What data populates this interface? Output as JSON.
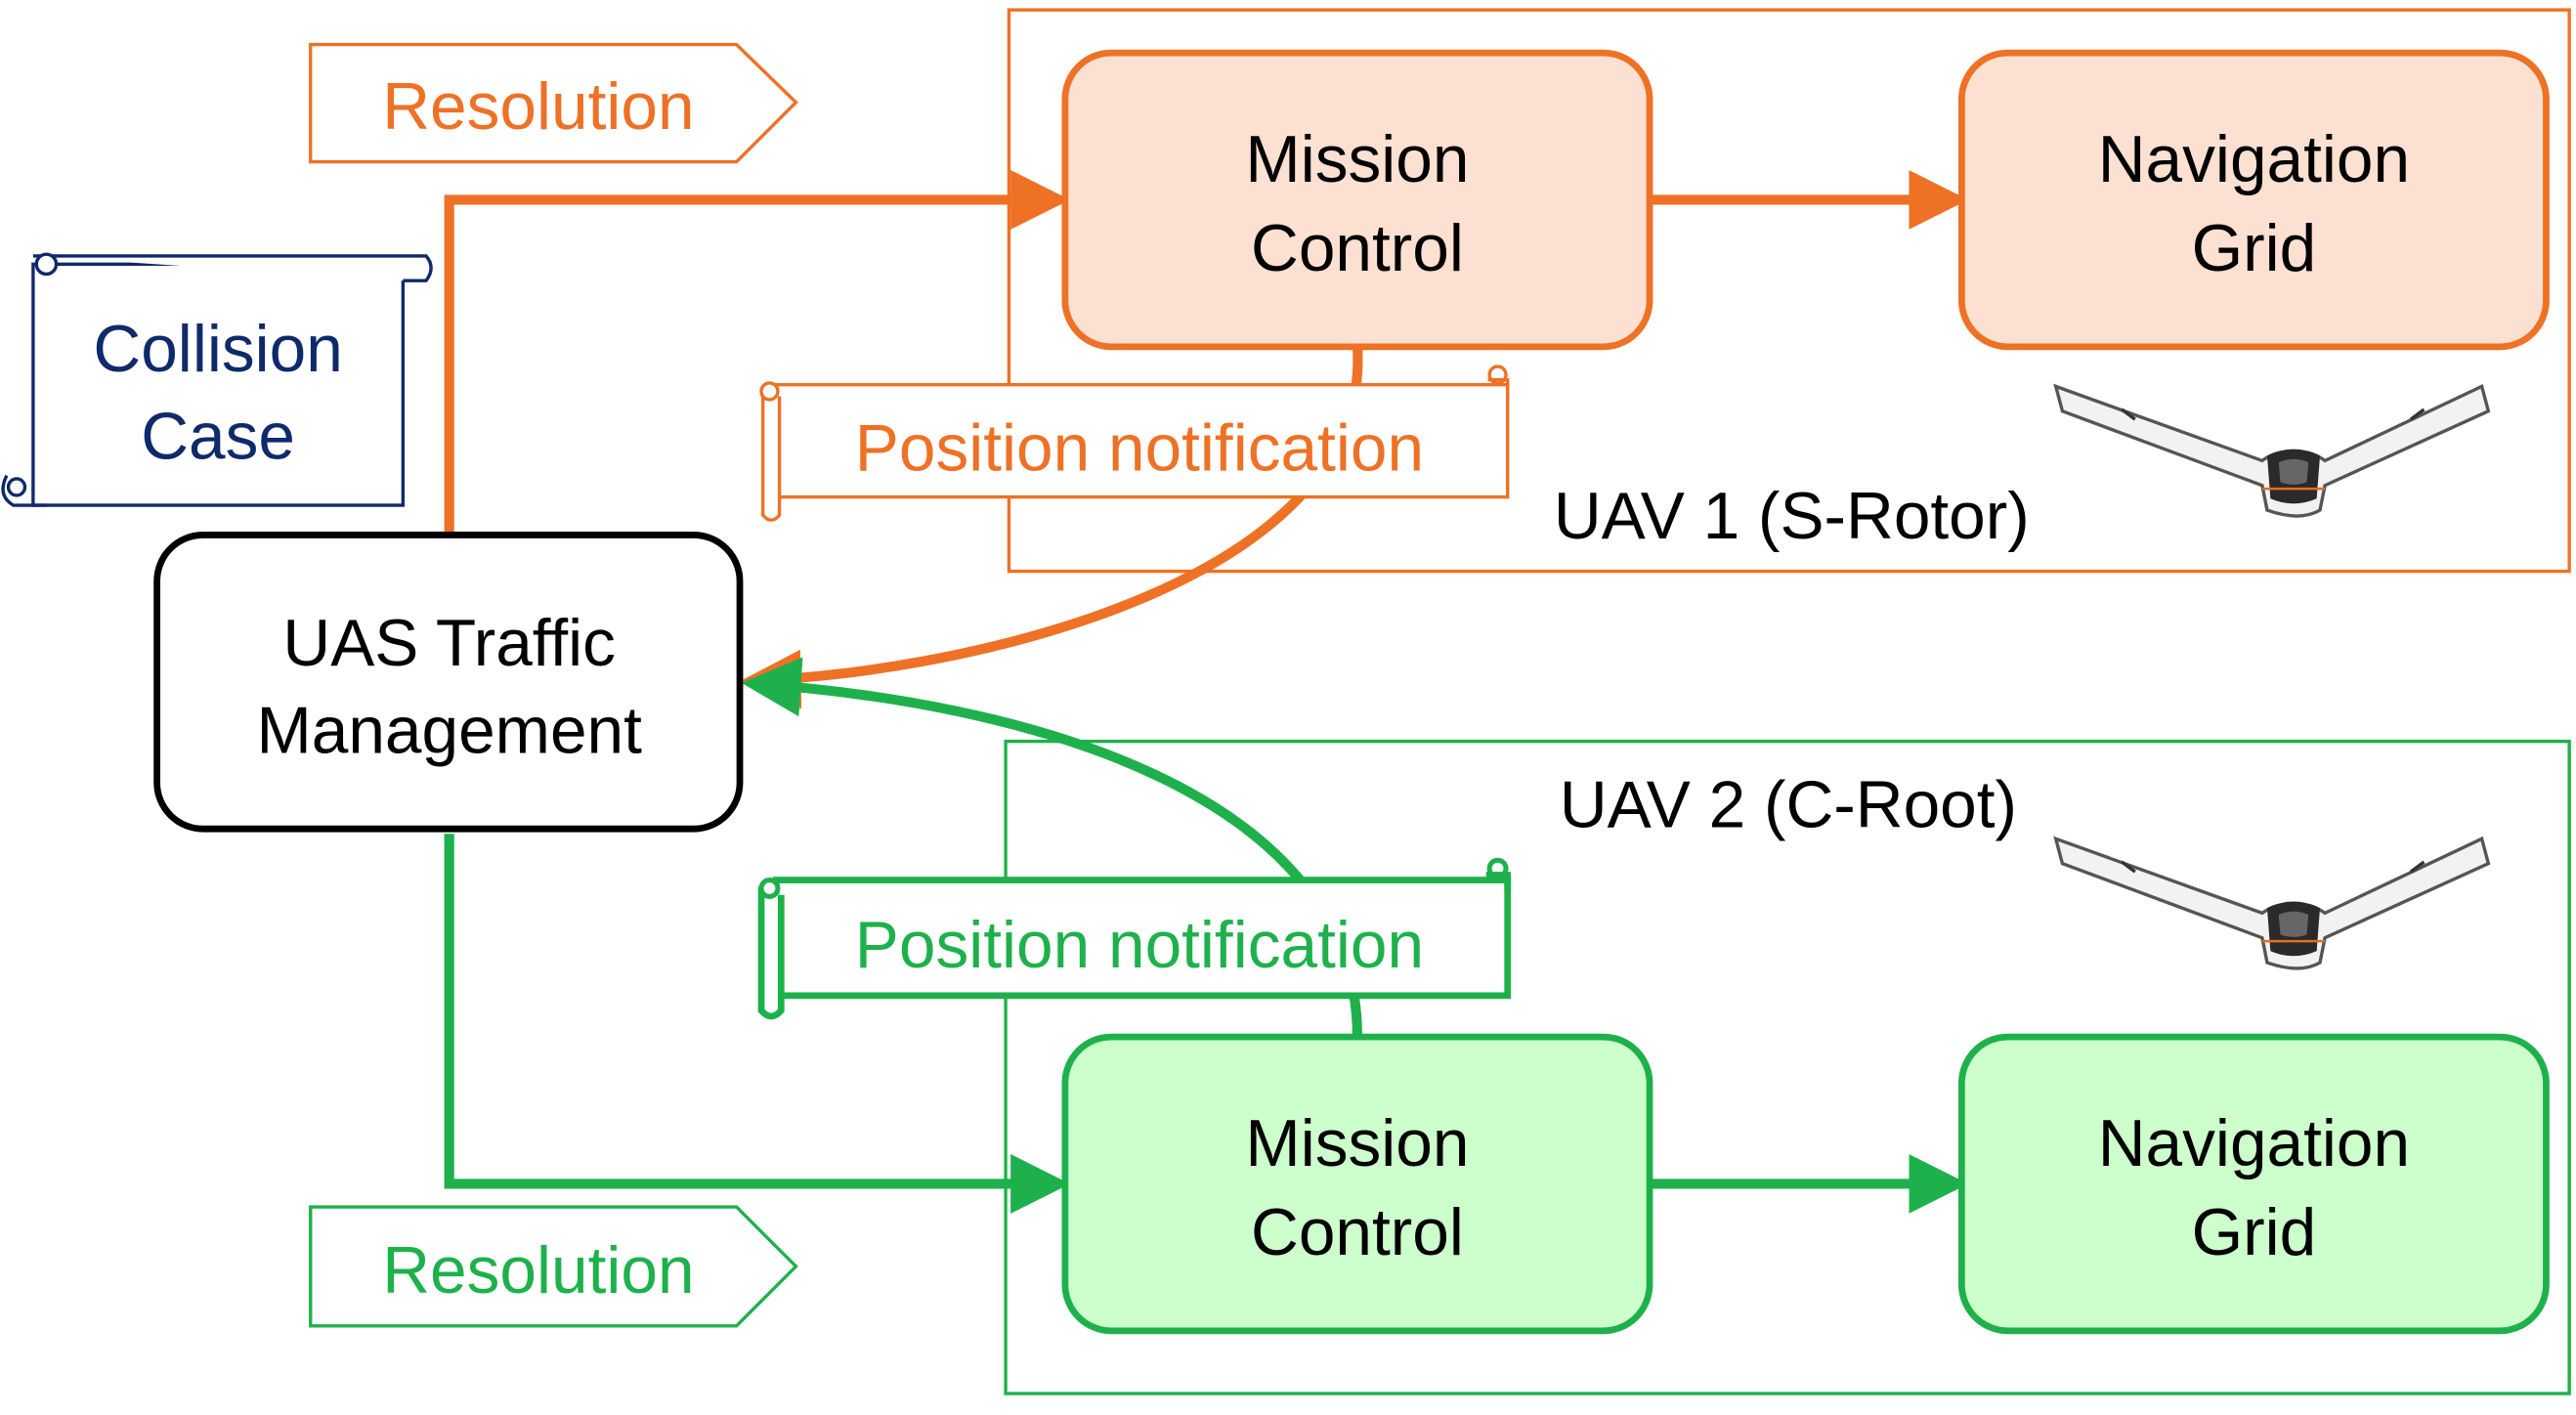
{
  "colors": {
    "orange": "#EE7125",
    "orange_fill": "#FCE0D1",
    "green": "#1EB14B",
    "green_fill": "#CCFFCC",
    "navy": "#0F2A6B",
    "black": "#000000"
  },
  "utm": {
    "line1": "UAS Traffic",
    "line2": "Management"
  },
  "collision_case": {
    "line1": "Collision",
    "line2": "Case"
  },
  "uav1": {
    "label": "UAV 1 (S-Rotor)",
    "mission_control": {
      "line1": "Mission",
      "line2": "Control"
    },
    "navigation_grid": {
      "line1": "Navigation",
      "line2": "Grid"
    },
    "resolution": "Resolution",
    "position_notification": "Position notification"
  },
  "uav2": {
    "label": "UAV 2 (C-Root)",
    "mission_control": {
      "line1": "Mission",
      "line2": "Control"
    },
    "navigation_grid": {
      "line1": "Navigation",
      "line2": "Grid"
    },
    "resolution": "Resolution",
    "position_notification": "Position notification"
  },
  "icons": {
    "drone": "flying-wing-drone-icon"
  }
}
